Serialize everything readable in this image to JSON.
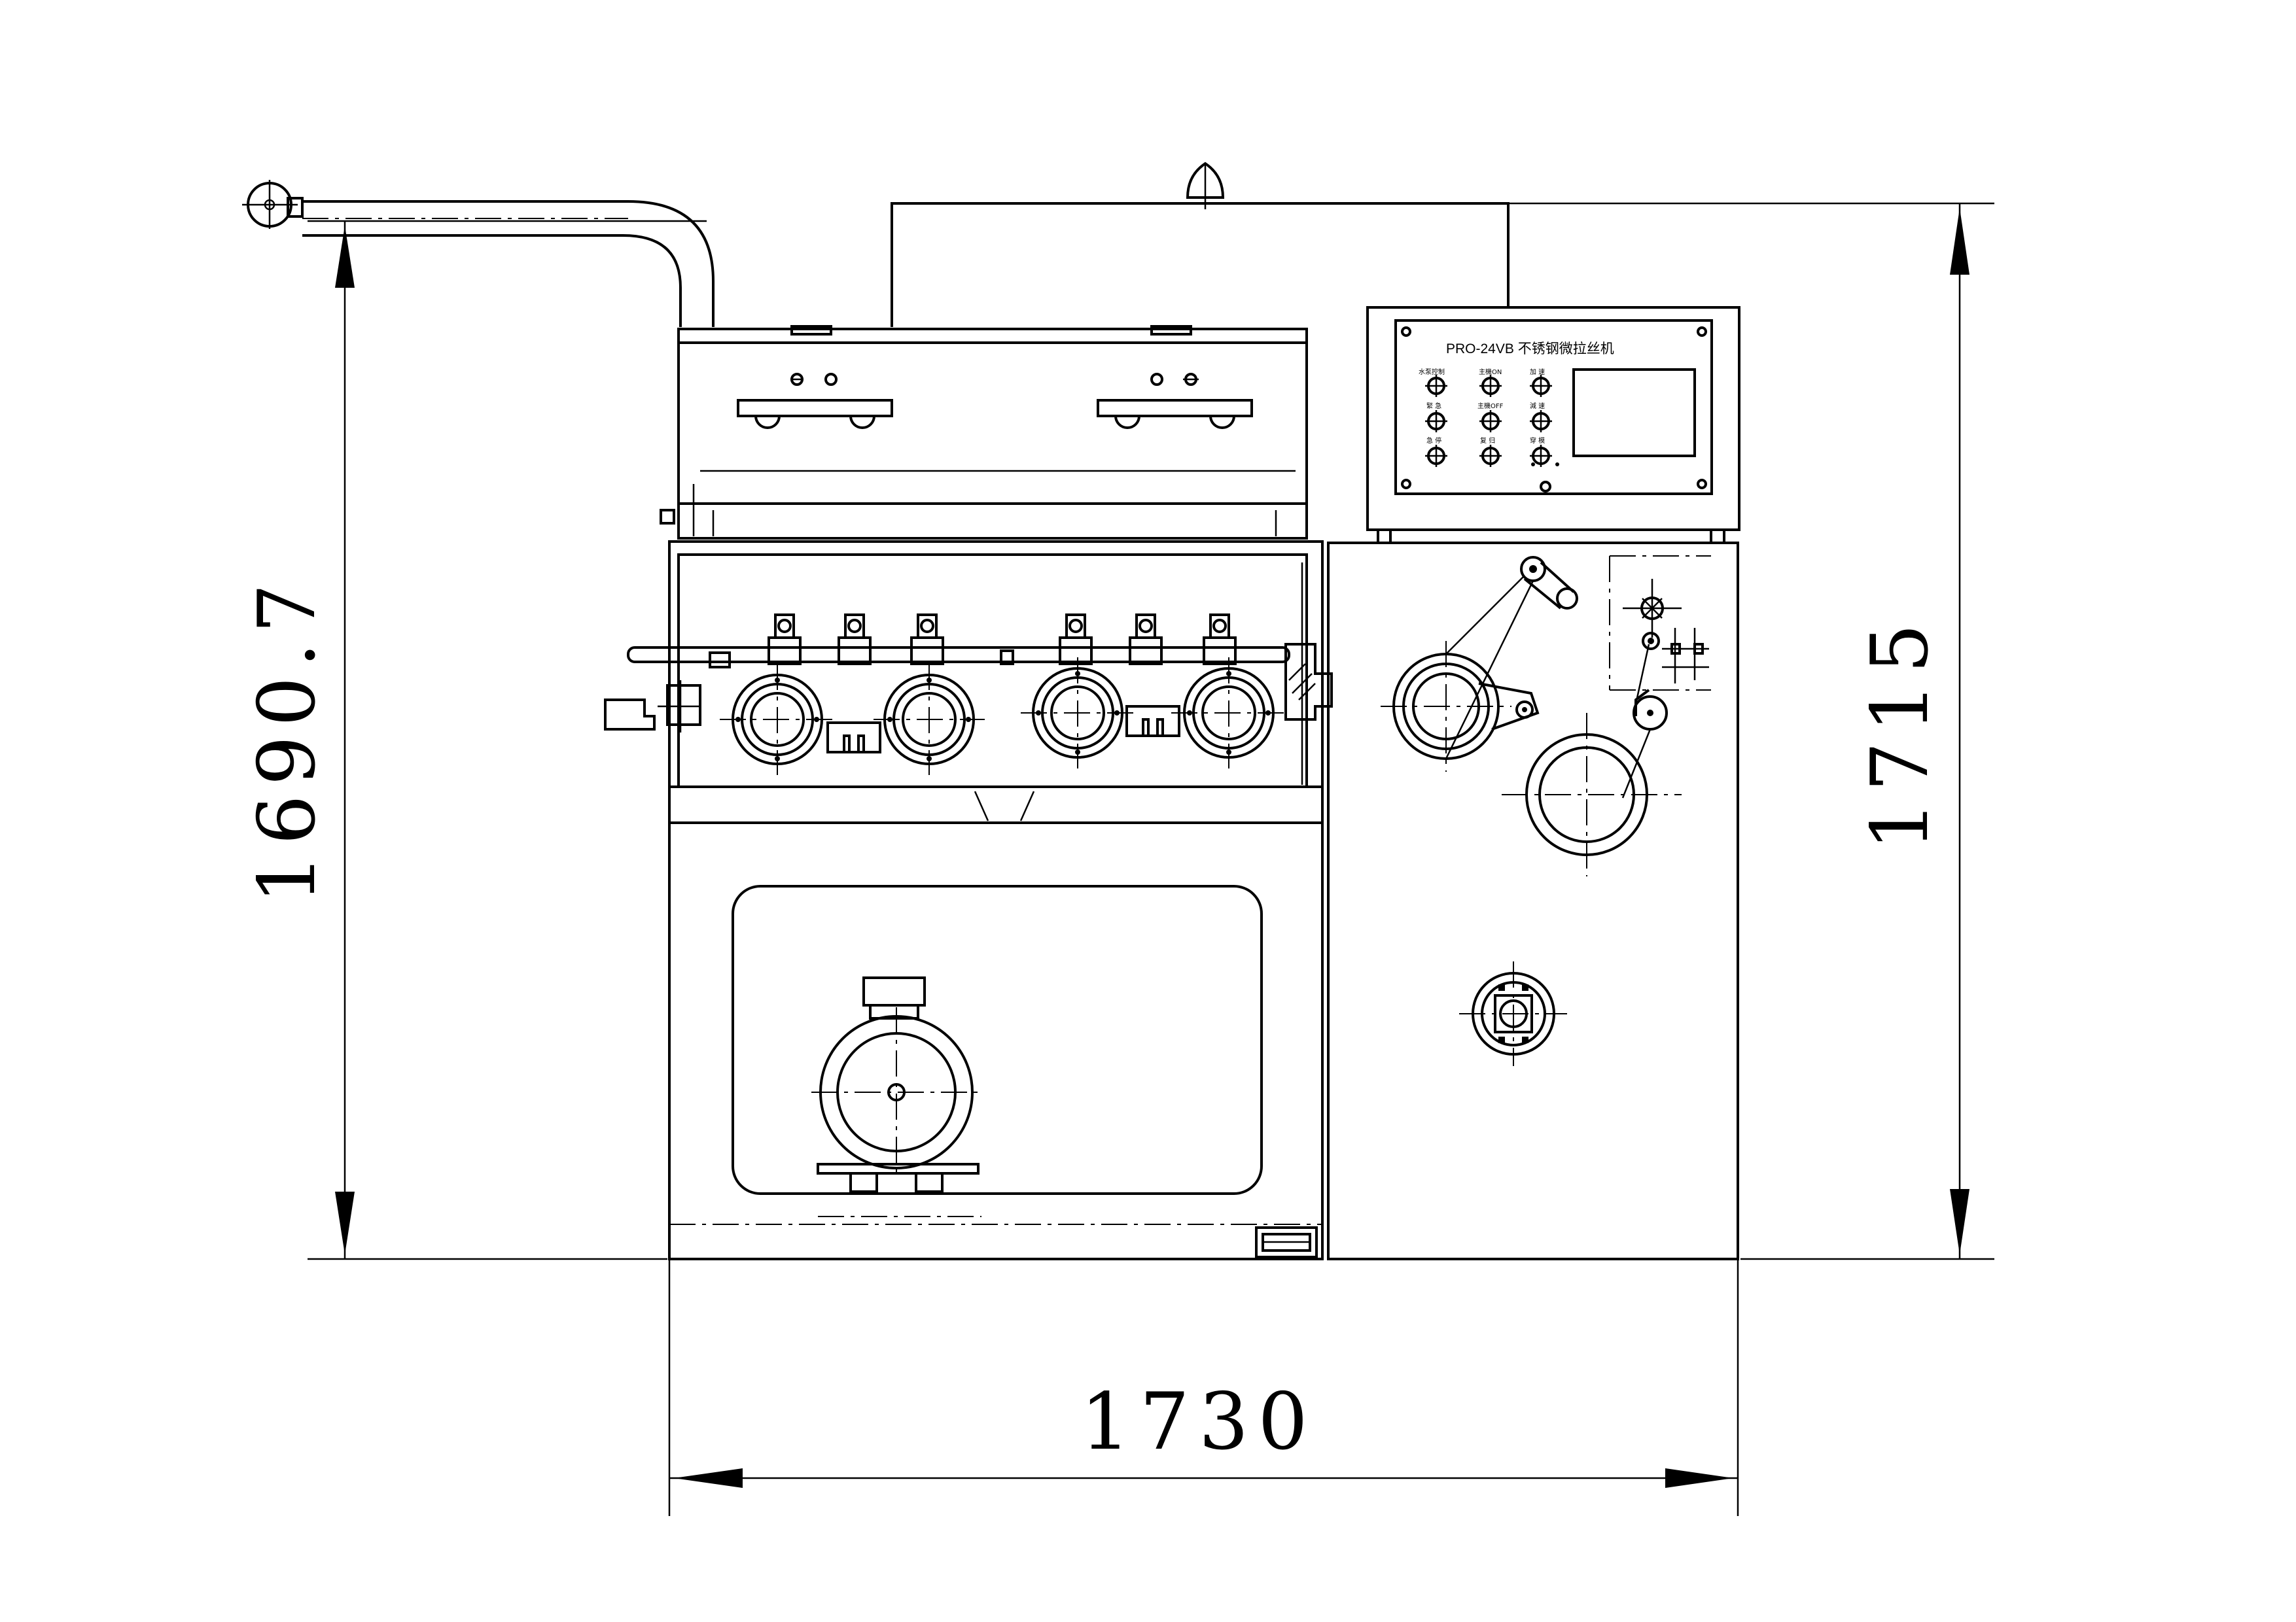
{
  "dimensions": {
    "height_left": "1690.7",
    "height_right": "1715",
    "width_bottom": "1730"
  },
  "control_panel": {
    "title": "PRO-24VB 不锈钢微拉丝机",
    "labels": [
      "水泵控制",
      "主機ON",
      "加 速",
      "緊 急",
      "主機OFF",
      "減 速",
      "急 停",
      "复 归",
      "穿 模"
    ]
  },
  "colors": {
    "line": "#000000",
    "background": "#ffffff"
  }
}
